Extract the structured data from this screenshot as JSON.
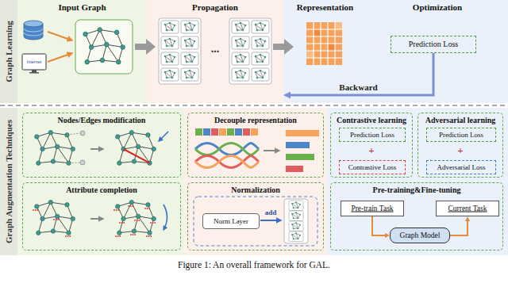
{
  "diagram": {
    "caption": "Figure 1: An overall framework for GAL.",
    "nodes": [
      {
        "text": [
          "Graph Learning"
        ]
      },
      {
        "text": [
          "Input Graph"
        ],
        "in": 0
      },
      {
        "text": [
          "Propagation"
        ],
        "in": 0
      },
      {
        "text": [
          "Representation"
        ],
        "in": 0
      },
      {
        "text": [
          "Optimization"
        ],
        "in": 0
      },
      {
        "text": [
          "Prediction Loss"
        ],
        "in": 4
      },
      {
        "text": [
          "Graph Augmentation Techniques"
        ]
      },
      {
        "text": [
          "Nodes/Edges modification"
        ],
        "in": 6
      },
      {
        "text": [
          "Decouple representation"
        ],
        "in": 6
      },
      {
        "text": [
          "Contrastive learning"
        ],
        "in": 6
      },
      {
        "text": [
          "Prediction Loss"
        ],
        "in": 9
      },
      {
        "text": [
          "Contrastive Loss"
        ],
        "in": 9
      },
      {
        "text": [
          "Adversarial learning"
        ],
        "in": 6
      },
      {
        "text": [
          "Prediction Loss"
        ],
        "in": 12
      },
      {
        "text": [
          "Adversarial Loss"
        ],
        "in": 12
      },
      {
        "text": [
          "Attribute completion"
        ],
        "in": 6
      },
      {
        "text": [
          "Normalization"
        ],
        "in": 6
      },
      {
        "text": [
          "Norm Layer"
        ],
        "in": 16
      },
      {
        "text": [
          "Pre-training&Fine-tuning"
        ],
        "in": 6
      },
      {
        "text": [
          "Pre-train Task"
        ],
        "in": 18
      },
      {
        "text": [
          "Current Task"
        ],
        "in": 18
      },
      {
        "text": [
          "Graph Model"
        ],
        "in": 18
      }
    ],
    "edges": [
      {
        "from": 5,
        "to": 2,
        "label": "Backward",
        "arrow": "to"
      },
      {
        "from": 19,
        "to": 21,
        "arrow": "to"
      },
      {
        "from": 21,
        "to": 20,
        "arrow": "to"
      }
    ],
    "labels": [
      "Internet",
      "...",
      "+",
      "+",
      "add"
    ]
  }
}
